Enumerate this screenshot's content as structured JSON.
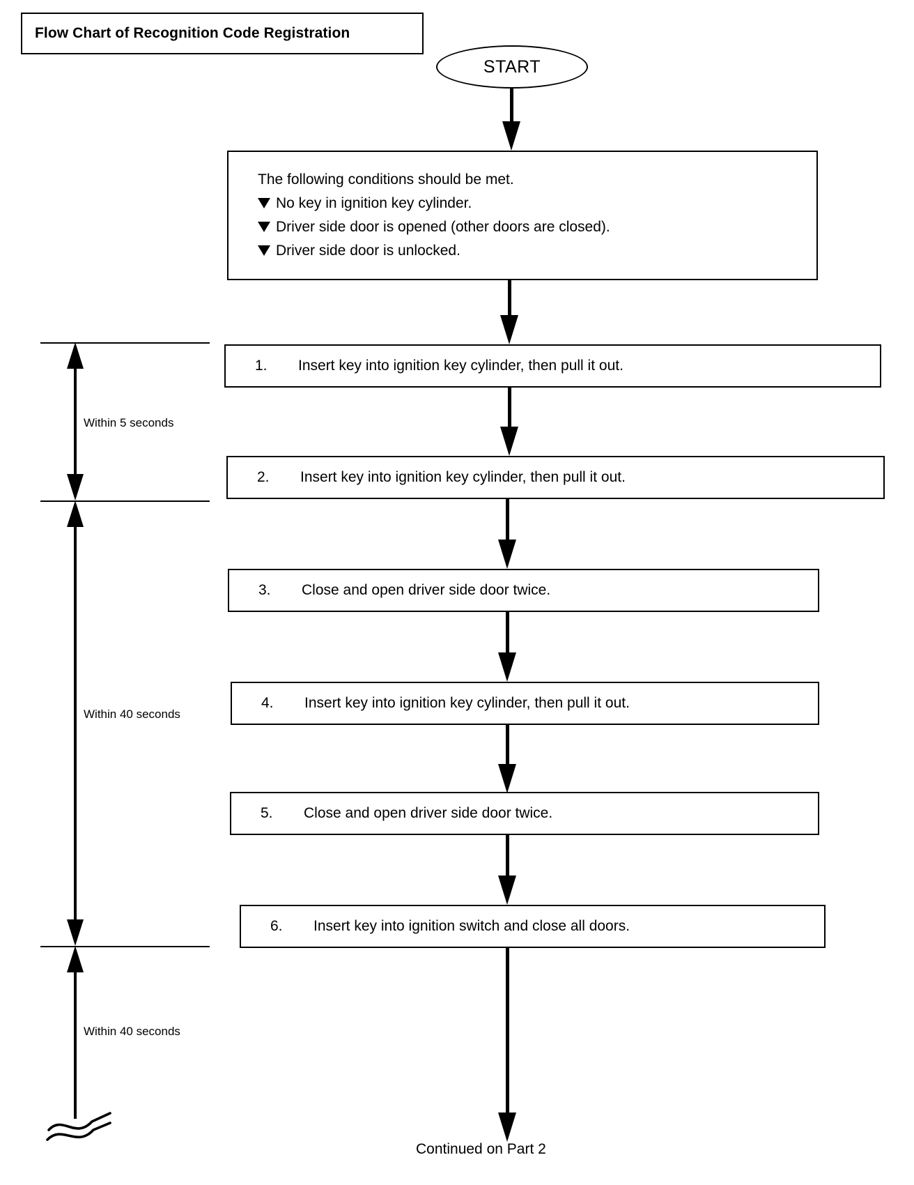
{
  "diagram": {
    "title": "Flow Chart of Recognition Code Registration",
    "start_label": "START",
    "conditions": {
      "heading": "The following conditions should be met.",
      "marker_icon": "triangle-down-bullet",
      "items": [
        "No key in ignition key cylinder.",
        "Driver side door is opened (other doors are closed).",
        "Driver side door is unlocked."
      ]
    },
    "steps": [
      {
        "number": "1.",
        "text": "Insert key into ignition key cylinder, then pull it out."
      },
      {
        "number": "2.",
        "text": "Insert key into ignition key cylinder, then pull it out."
      },
      {
        "number": "3.",
        "text": "Close and open driver side door twice."
      },
      {
        "number": "4.",
        "text": "Insert key into ignition key cylinder, then pull it out."
      },
      {
        "number": "5.",
        "text": "Close and open driver side door twice."
      },
      {
        "number": "6.",
        "text": "Insert key into ignition switch and close all doors."
      }
    ],
    "timing_labels": [
      "Within 5 seconds",
      "Within 40 seconds",
      "Within 40 seconds"
    ],
    "footer_note": "Continued on Part 2",
    "break_symbol": "wavy-break",
    "colors": {
      "stroke": "#000000",
      "background": "#ffffff"
    }
  }
}
